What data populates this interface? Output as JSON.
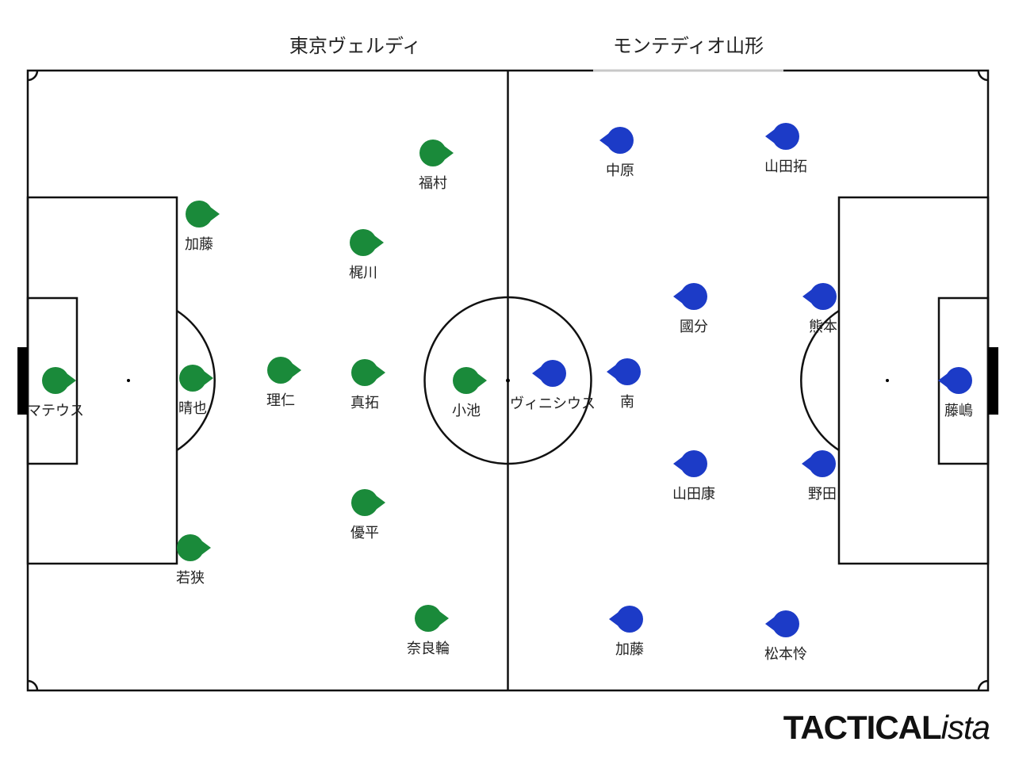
{
  "teams": {
    "home": {
      "name": "東京ヴェルディ",
      "color": "#1a8a3a"
    },
    "away": {
      "name": "モンテディオ山形",
      "color": "#1c3bc7"
    }
  },
  "brand": {
    "main": "TACTICAL",
    "suffix": "ista"
  },
  "players": {
    "home": [
      {
        "name": "マテウス"
      },
      {
        "name": "晴也"
      },
      {
        "name": "加藤"
      },
      {
        "name": "若狭"
      },
      {
        "name": "理仁"
      },
      {
        "name": "梶川"
      },
      {
        "name": "真拓"
      },
      {
        "name": "優平"
      },
      {
        "name": "福村"
      },
      {
        "name": "小池"
      },
      {
        "name": "奈良輪"
      }
    ],
    "away": [
      {
        "name": "藤嶋"
      },
      {
        "name": "熊本"
      },
      {
        "name": "野田"
      },
      {
        "name": "國分"
      },
      {
        "name": "山田康"
      },
      {
        "name": "山田拓"
      },
      {
        "name": "松本怜"
      },
      {
        "name": "中原"
      },
      {
        "name": "南"
      },
      {
        "name": "加藤"
      },
      {
        "name": "ヴィニシウス"
      }
    ]
  }
}
